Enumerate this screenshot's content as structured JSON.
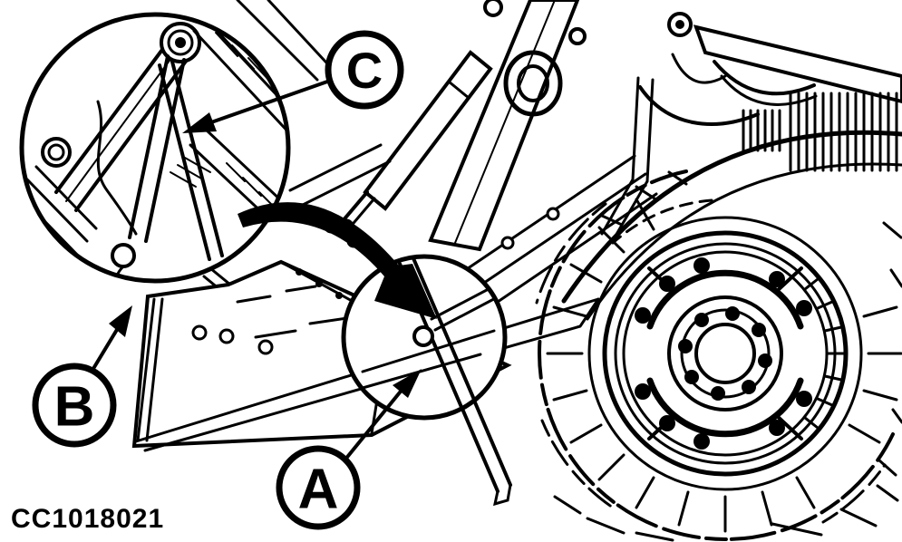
{
  "figure": {
    "caption": "CC1018021",
    "callouts": {
      "a": "A",
      "b": "B",
      "c": "C"
    },
    "colors": {
      "line": "#000000",
      "background": "#ffffff"
    }
  }
}
